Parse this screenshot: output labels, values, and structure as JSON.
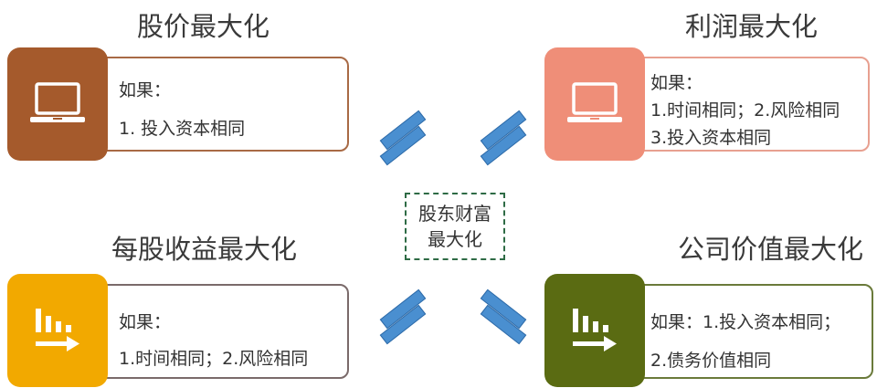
{
  "top_left": {
    "title": "股价最大化",
    "line1": "如果：",
    "line2": "1. 投入资本相同",
    "icon": "laptop-icon",
    "color": "#a55a2c",
    "border": "#a86a45"
  },
  "top_right": {
    "title": "利润最大化",
    "line1": "如果：",
    "line2": "1.时间相同；2.风险相同",
    "line3": "3.投入资本相同",
    "icon": "laptop-icon",
    "color": "#ef8e78",
    "border": "#e8a090"
  },
  "bottom_left": {
    "title": "每股收益最大化",
    "line1": "如果：",
    "line2": "1.时间相同；2.风险相同",
    "icon": "chart-arrow-icon",
    "color": "#f2a900",
    "border": "#7a6a6a"
  },
  "bottom_right": {
    "title": "公司价值最大化",
    "line1": "如果：1.投入资本相同；",
    "line2": "2.债务价值相同",
    "icon": "chart-arrow-icon",
    "color": "#5a6b12",
    "border": "#6a7a3a"
  },
  "center": {
    "line1": "股东财富",
    "line2": "最大化",
    "border_color": "#2e6b45"
  },
  "equal_sign_color": "#4a8fd0"
}
